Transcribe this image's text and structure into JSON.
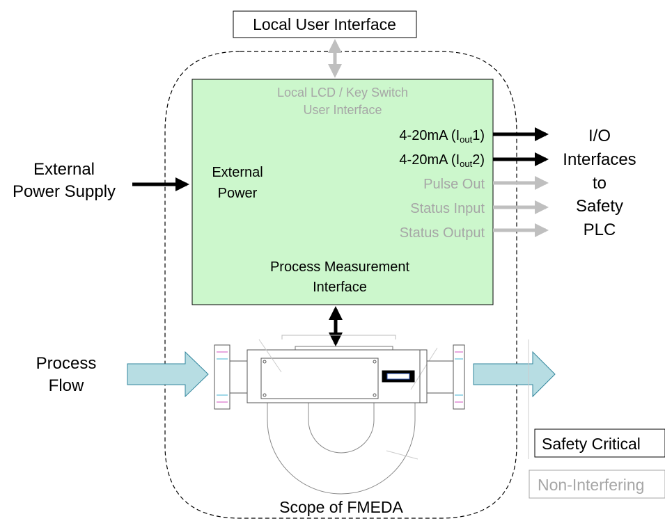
{
  "local_ui_box": {
    "label": "Local User Interface"
  },
  "device_block": {
    "lcd_line1": "Local LCD / Key Switch",
    "lcd_line2": "User Interface",
    "power_line1": "External",
    "power_line2": "Power",
    "pm_line1": "Process Measurement",
    "pm_line2": "Interface",
    "outputs": [
      {
        "label": "4-20mA (I",
        "sub": "out",
        "suffix": "1)",
        "status": "safety-critical"
      },
      {
        "label": "4-20mA (I",
        "sub": "out",
        "suffix": "2)",
        "status": "safety-critical"
      },
      {
        "label": "Pulse Out",
        "status": "non-interfering"
      },
      {
        "label": "Status Input",
        "status": "non-interfering"
      },
      {
        "label": "Status Output",
        "status": "non-interfering"
      }
    ]
  },
  "left_labels": {
    "power_line1": "External",
    "power_line2": "Power Supply",
    "flow_line1": "Process",
    "flow_line2": "Flow"
  },
  "right_labels": {
    "lines": [
      "I/O",
      "Interfaces",
      "to",
      "Safety",
      "PLC"
    ]
  },
  "scope": {
    "label": "Scope of FMEDA"
  },
  "legend": {
    "safety_critical": "Safety Critical",
    "non_interfering": "Non-Interfering"
  },
  "colors": {
    "block_fill": "#ccf7cc",
    "gray_text": "#a6a6a6",
    "gray_arrow": "#bfbfbf",
    "black": "#000000",
    "flow_fill": "#b7dde3",
    "flow_stroke": "#31859c"
  }
}
